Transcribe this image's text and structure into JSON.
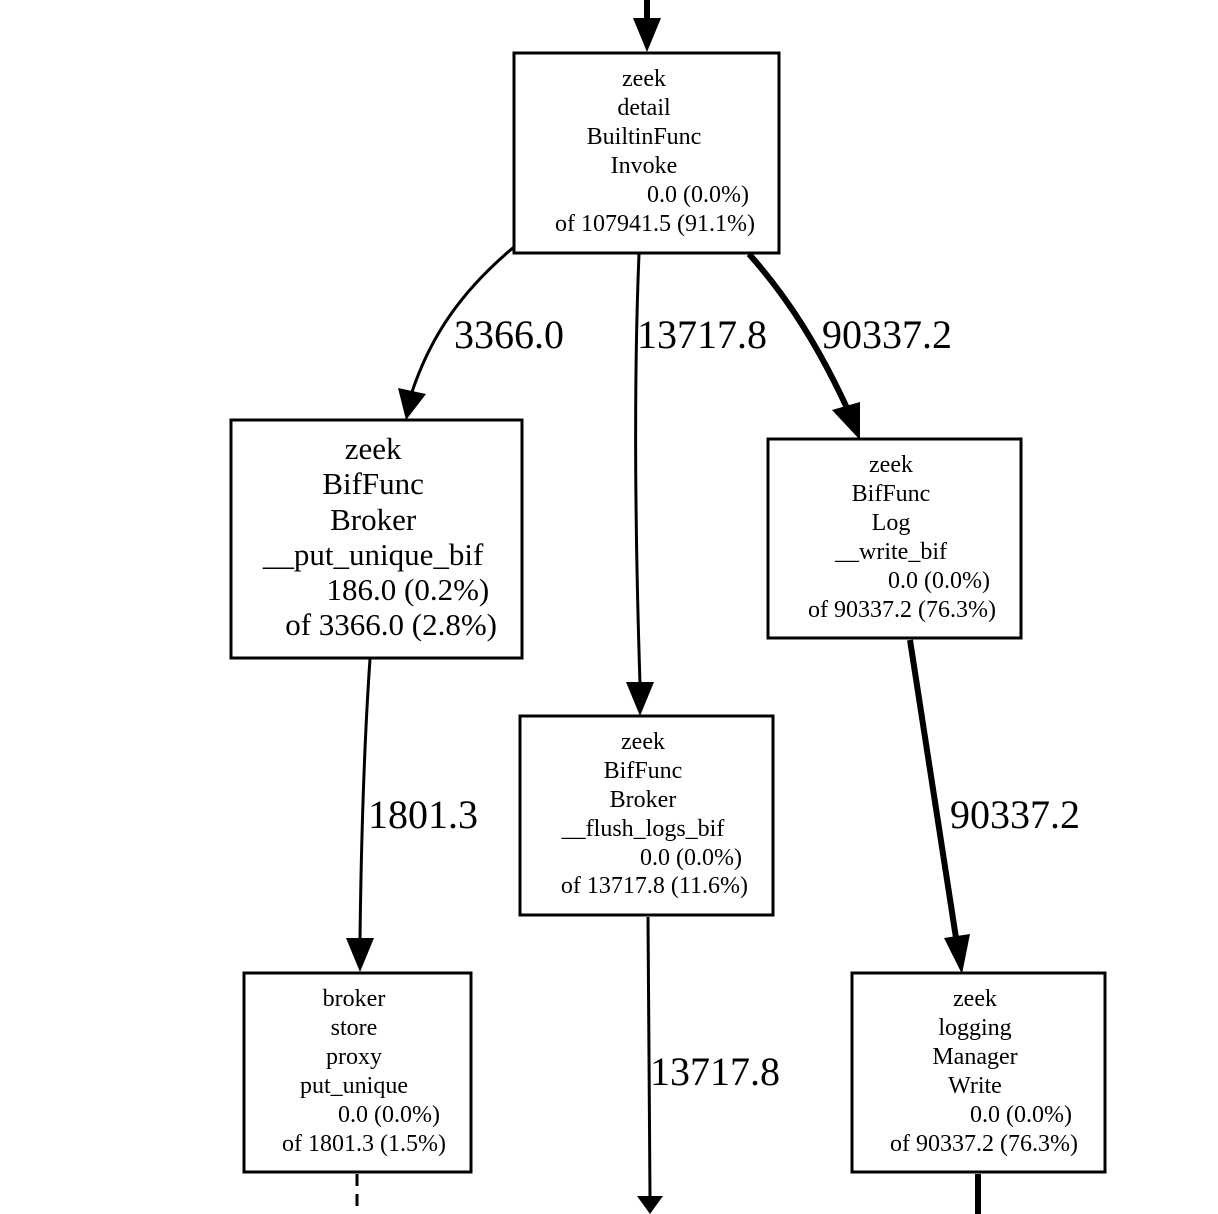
{
  "graph": {
    "nodes": [
      {
        "id": "invoke",
        "lines": [
          "zeek",
          "detail",
          "BuiltinFunc",
          "Invoke",
          "0.0 (0.0%)",
          "of 107941.5 (91.1%)"
        ]
      },
      {
        "id": "put_unique_bif",
        "lines": [
          "zeek",
          "BifFunc",
          "Broker",
          "__put_unique_bif",
          "186.0 (0.2%)",
          "of 3366.0 (2.8%)"
        ]
      },
      {
        "id": "write_bif",
        "lines": [
          "zeek",
          "BifFunc",
          "Log",
          "__write_bif",
          "0.0 (0.0%)",
          "of 90337.2 (76.3%)"
        ]
      },
      {
        "id": "flush_logs_bif",
        "lines": [
          "zeek",
          "BifFunc",
          "Broker",
          "__flush_logs_bif",
          "0.0 (0.0%)",
          "of 13717.8 (11.6%)"
        ]
      },
      {
        "id": "put_unique",
        "lines": [
          "broker",
          "store",
          "proxy",
          "put_unique",
          "0.0 (0.0%)",
          "of 1801.3 (1.5%)"
        ]
      },
      {
        "id": "manager_write",
        "lines": [
          "zeek",
          "logging",
          "Manager",
          "Write",
          "0.0 (0.0%)",
          "of 90337.2 (76.3%)"
        ]
      }
    ],
    "edges": [
      {
        "id": "in_invoke",
        "from": null,
        "to": "invoke",
        "label": ""
      },
      {
        "id": "invoke_put_unique_bif",
        "from": "invoke",
        "to": "put_unique_bif",
        "label": "3366.0"
      },
      {
        "id": "invoke_flush",
        "from": "invoke",
        "to": "flush_logs_bif",
        "label": "13717.8"
      },
      {
        "id": "invoke_write",
        "from": "invoke",
        "to": "write_bif",
        "label": "90337.2"
      },
      {
        "id": "put_unique_bif_put_unique",
        "from": "put_unique_bif",
        "to": "put_unique",
        "label": "1801.3"
      },
      {
        "id": "write_manager",
        "from": "write_bif",
        "to": "manager_write",
        "label": "90337.2"
      },
      {
        "id": "flush_out",
        "from": "flush_logs_bif",
        "to": null,
        "label": "13717.8"
      },
      {
        "id": "put_unique_out",
        "from": "put_unique",
        "to": null,
        "label": "",
        "style": "dashed"
      },
      {
        "id": "manager_out",
        "from": "manager_write",
        "to": null,
        "label": ""
      }
    ]
  }
}
